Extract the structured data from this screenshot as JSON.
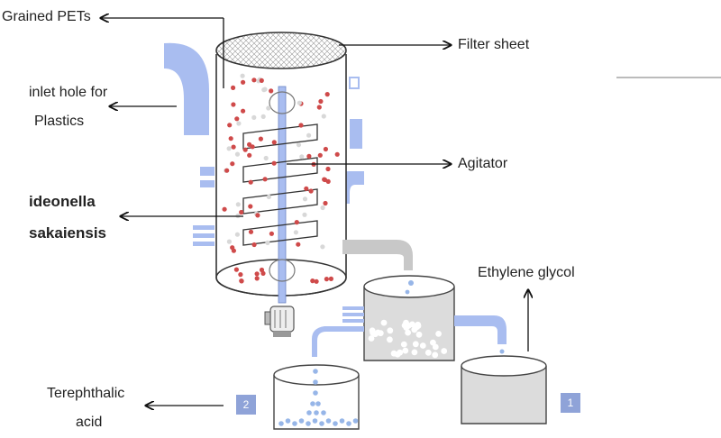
{
  "labels": {
    "grained_pets": "Grained PETs",
    "inlet_line1": "inlet hole for",
    "inlet_line2": "Plastics",
    "filter_sheet": "Filter sheet",
    "agitator": "Agitator",
    "bacteria_line1": "ideonella",
    "bacteria_line2": "sakaiensis",
    "ethylene_glycol": "Ethylene glycol",
    "tpa_line1": "Terephthalic",
    "tpa_line2": "acid"
  },
  "badges": {
    "left": "2",
    "right": "1"
  },
  "colors": {
    "pipe_blue": "#a9bdf0",
    "pipe_grey": "#c8c8c8",
    "particle_red": "#cf4a4a",
    "particle_grey": "#d8d8d8",
    "droplet_blue": "#97b6e8",
    "badge": "#8fa3d8",
    "tank_fill_grey": "#dcdcdc"
  },
  "icons": {
    "motor": "motor-icon",
    "filter_mesh": "mesh-icon"
  }
}
